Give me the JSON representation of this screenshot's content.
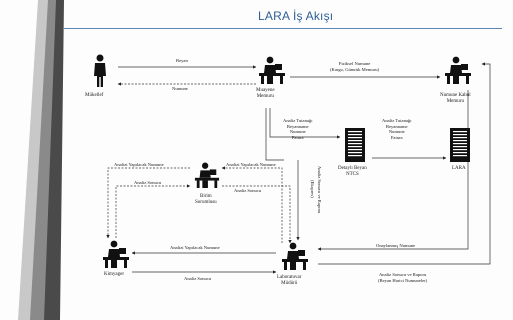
{
  "title": "LARA İş Akışı",
  "nodes": {
    "mukellef": "Mükellef",
    "muayene": [
      "Muayene",
      "Memuru"
    ],
    "numune_kabul": [
      "Numune Kabul",
      "Memuru"
    ],
    "detayli_beyan": [
      "Detaylı Beyan",
      "NTCS"
    ],
    "lara": "LARA",
    "birim": [
      "Birim",
      "Sorumlusu"
    ],
    "kimyager": "Kimyager",
    "laboratuvar": [
      "Laboratuvar",
      "Müdürü"
    ]
  },
  "edges": {
    "beyan": "Beyan",
    "numune": "Numune",
    "fiziksel_numune": [
      "Fiziksel Numune",
      "(Kargo, Gümrük Memuru)"
    ],
    "analiz_tutanagi_1": [
      "Analiz Tutanağı",
      "Beyanname",
      "Numune",
      "Fatura"
    ],
    "analiz_tutanagi_2": [
      "Analiz Tutanağı",
      "Beyanname",
      "Numune",
      "Fatura"
    ],
    "birim_yapilacak_left": "Analizi Yapılacak Numune",
    "birim_yapilacak_right": "Analizi Yapılacak Numune",
    "birim_sonucu_left": "Analiz Sonucu",
    "birim_sonucu_right": "Analiz Sonucu",
    "vertical_rapor": "Analiz Sonucu ve Raporu",
    "vertical_ekspres": "(Ekspres)",
    "kimyager_yapilacak": "Analizi Yapılacak Numune",
    "kimyager_sonucu": "Analiz Sonucu",
    "onaylanmis": "Onaylanmış Numune",
    "rapor_bottom": [
      "Analiz Sonucu ve Raporu",
      "(Beyan Harici Numuneler)"
    ]
  },
  "icons": {
    "person": "person-icon",
    "desk": "person-at-desk-icon",
    "server": "server-rack-icon"
  },
  "colors": {
    "title": "#2e5f96",
    "rule": "#5b86b8",
    "stripe_dark": "#4a4a4a",
    "stripe_mid": "#8a8a8a",
    "stripe_light": "#c8c8c8",
    "icon": "#111111"
  }
}
